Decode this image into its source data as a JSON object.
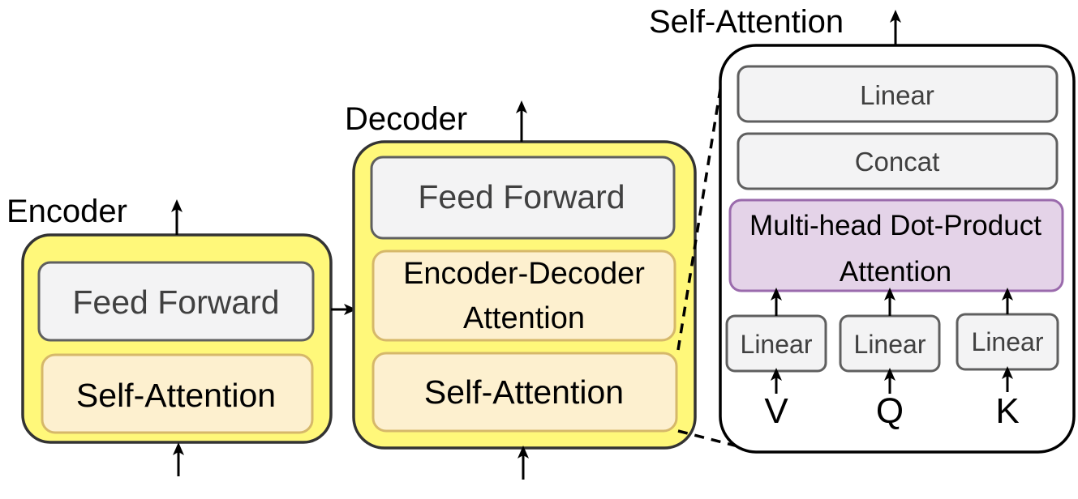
{
  "encoder": {
    "title": "Encoder",
    "feed_forward": "Feed Forward",
    "self_attention": "Self-Attention"
  },
  "decoder": {
    "title": "Decoder",
    "feed_forward": "Feed Forward",
    "enc_dec_line1": "Encoder-Decoder",
    "enc_dec_line2": "Attention",
    "self_attention": "Self-Attention"
  },
  "self_attention_detail": {
    "title": "Self-Attention",
    "linear_top": "Linear",
    "concat": "Concat",
    "multihead_line1": "Multi-head Dot-Product",
    "multihead_line2": "Attention",
    "linear_v": "Linear",
    "linear_q": "Linear",
    "linear_k": "Linear",
    "input_v": "V",
    "input_q": "Q",
    "input_k": "K"
  },
  "colors": {
    "outer_fill": "#fff87a",
    "attention_fill": "#fdf0cf",
    "gray_fill": "#f3f3f4",
    "multihead_fill": "#e4d3e8"
  }
}
